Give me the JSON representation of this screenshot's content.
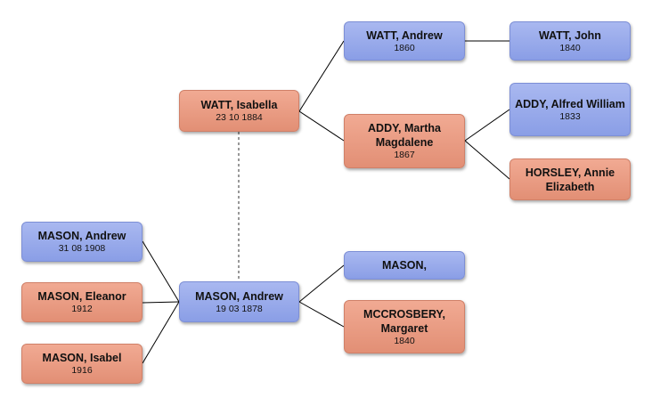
{
  "colors": {
    "male": "#8a9ee6",
    "female": "#e28f75",
    "line": "#000000"
  },
  "people": {
    "isabella_watt": {
      "name": "WATT, Isabella",
      "date": "23 10 1884",
      "sex": "female"
    },
    "andrew_watt": {
      "name": "WATT, Andrew",
      "date": "1860",
      "sex": "male"
    },
    "john_watt": {
      "name": "WATT, John",
      "date": "1840",
      "sex": "male"
    },
    "martha_addy": {
      "name": "ADDY, Martha Magdalene",
      "date": "1867",
      "sex": "female"
    },
    "alfred_addy": {
      "name": "ADDY, Alfred William",
      "date": "1833",
      "sex": "male"
    },
    "annie_horsley": {
      "name": "HORSLEY, Annie Elizabeth",
      "date": "",
      "sex": "female"
    },
    "andrew_mason_jr": {
      "name": "MASON, Andrew",
      "date": "31 08 1908",
      "sex": "male"
    },
    "eleanor_mason": {
      "name": "MASON, Eleanor",
      "date": "1912",
      "sex": "female"
    },
    "isabel_mason": {
      "name": "MASON, Isabel",
      "date": "1916",
      "sex": "female"
    },
    "andrew_mason": {
      "name": "MASON, Andrew",
      "date": "19 03 1878",
      "sex": "male"
    },
    "mason_father": {
      "name": "MASON,",
      "date": "",
      "sex": "male"
    },
    "margaret_mccrosbery": {
      "name": "MCCROSBERY, Margaret",
      "date": "1840",
      "sex": "female"
    }
  }
}
